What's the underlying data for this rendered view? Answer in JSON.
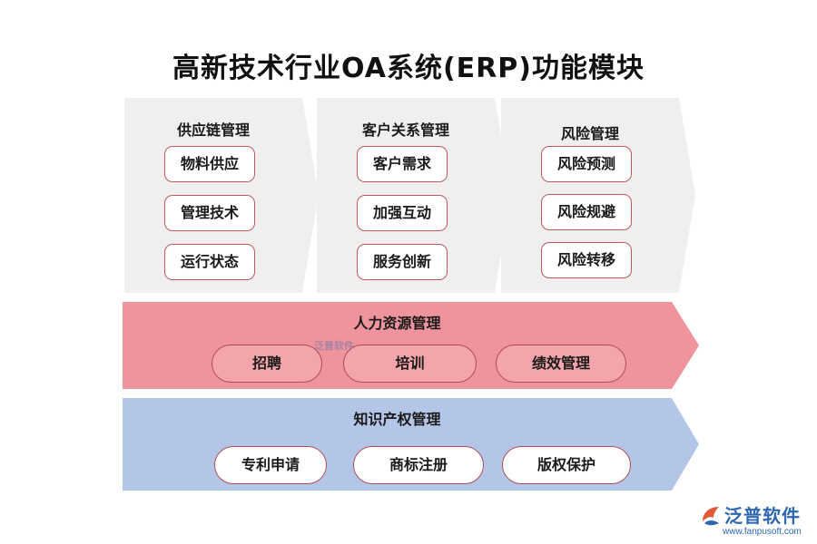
{
  "title": "高新技术行业OA系统(ERP)功能模块",
  "panels": [
    {
      "title": "供应链管理",
      "items": [
        "物料供应",
        "管理技术",
        "运行状态"
      ]
    },
    {
      "title": "客户关系管理",
      "items": [
        "客户需求",
        "加强互动",
        "服务创新"
      ]
    },
    {
      "title": "风险管理",
      "items": [
        "风险预测",
        "风险规避",
        "风险转移"
      ]
    }
  ],
  "bands": [
    {
      "title": "人力资源管理",
      "items": [
        "招聘",
        "培训",
        "绩效管理"
      ],
      "color": "#ef949c"
    },
    {
      "title": "知识产权管理",
      "items": [
        "专利申请",
        "商标注册",
        "版权保护"
      ],
      "color": "#b4c6e8"
    }
  ],
  "logo": {
    "name": "泛普软件",
    "url": "www.fanpusoft.com"
  },
  "watermark": "泛普软件"
}
